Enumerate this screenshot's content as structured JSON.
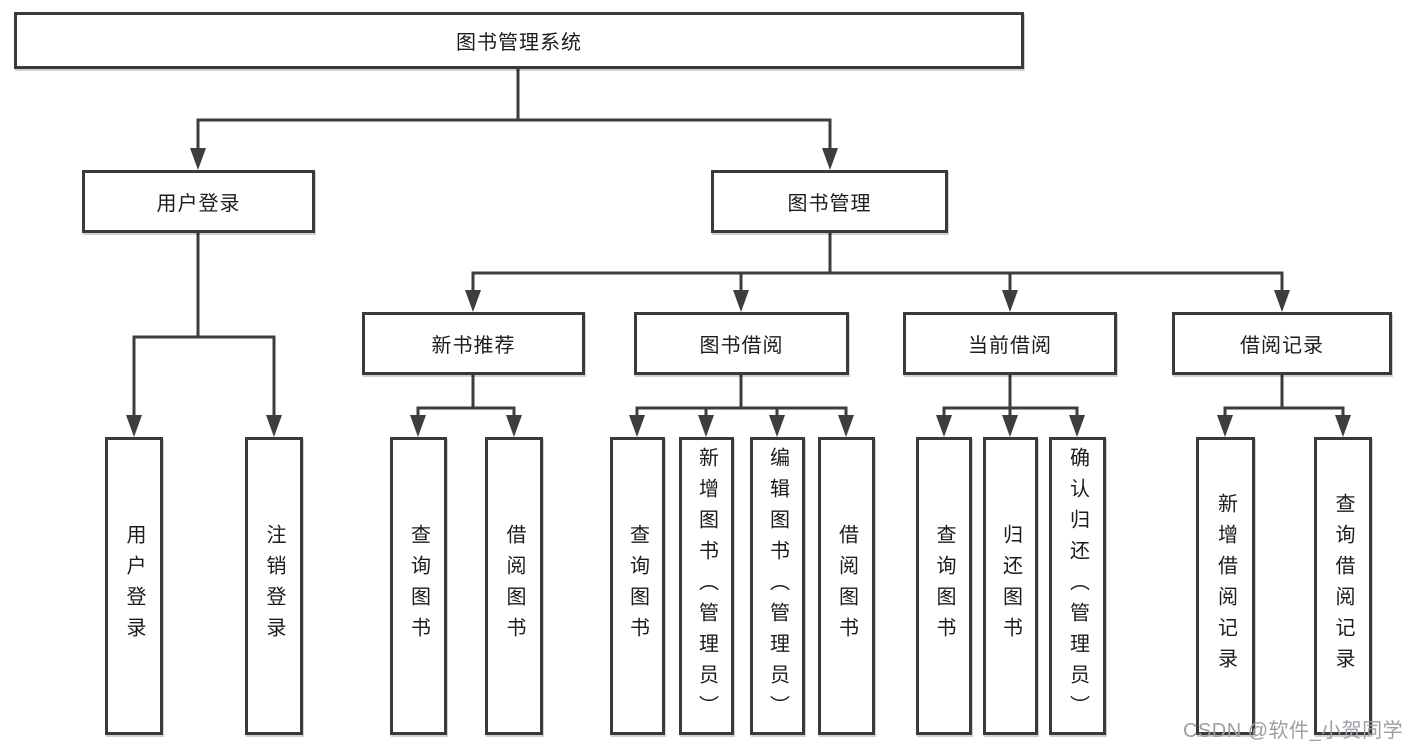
{
  "diagram_title": "图书管理系统",
  "tree": {
    "root": "图书管理系统",
    "branches": [
      {
        "label": "用户登录",
        "children": [
          "用户登录",
          "注销登录"
        ]
      },
      {
        "label": "图书管理",
        "children": [
          {
            "label": "新书推荐",
            "children": [
              "查询图书",
              "借阅图书"
            ]
          },
          {
            "label": "图书借阅",
            "children": [
              "查询图书",
              "新增图书（管理员）",
              "编辑图书（管理员）",
              "借阅图书"
            ]
          },
          {
            "label": "当前借阅",
            "children": [
              "查询图书",
              "归还图书",
              "确认归还（管理员）"
            ]
          },
          {
            "label": "借阅记录",
            "children": [
              "新增借阅记录",
              "查询借阅记录"
            ]
          }
        ]
      }
    ]
  },
  "watermark": "CSDN @软件_小贺同学",
  "colors": {
    "line": "#3d3d3d",
    "box_border": "#3a3a3a",
    "text": "#1c1c1c",
    "watermark": "#9aa0a6",
    "background": "#ffffff"
  }
}
